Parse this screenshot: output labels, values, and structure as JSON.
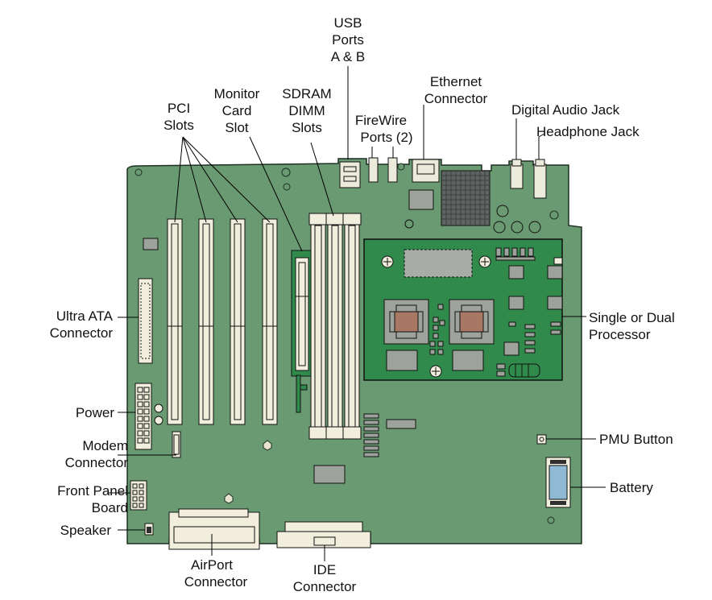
{
  "labels": {
    "usb_1": "USB",
    "usb_2": "Ports",
    "usb_3": "A & B",
    "ethernet_1": "Ethernet",
    "ethernet_2": "Connector",
    "pci_1": "PCI",
    "pci_2": "Slots",
    "monitor_1": "Monitor",
    "monitor_2": "Card",
    "monitor_3": "Slot",
    "sdram_1": "SDRAM",
    "sdram_2": "DIMM",
    "sdram_3": "Slots",
    "firewire_1": "FireWire",
    "firewire_2": "Ports (2)",
    "digital_audio": "Digital Audio Jack",
    "headphone": "Headphone Jack",
    "ultra_ata_1": "Ultra ATA",
    "ultra_ata_2": "Connector",
    "processor_1": "Single or Dual",
    "processor_2": "Processor",
    "power": "Power",
    "pmu": "PMU Button",
    "modem_1": "Modem",
    "modem_2": "Connector",
    "front_panel_1": "Front Panel",
    "front_panel_2": "Board",
    "battery": "Battery",
    "speaker": "Speaker",
    "airport_1": "AirPort",
    "airport_2": "Connector",
    "ide_1": "IDE",
    "ide_2": "Connector"
  },
  "colors": {
    "board": "#699a72",
    "board_edge": "#1f2f22",
    "daughter_card": "#2f8a4c",
    "connector": "#f1eedd",
    "chip": "#9ea29c",
    "processor_core": "#a97865",
    "battery": "#8fb9d4"
  }
}
